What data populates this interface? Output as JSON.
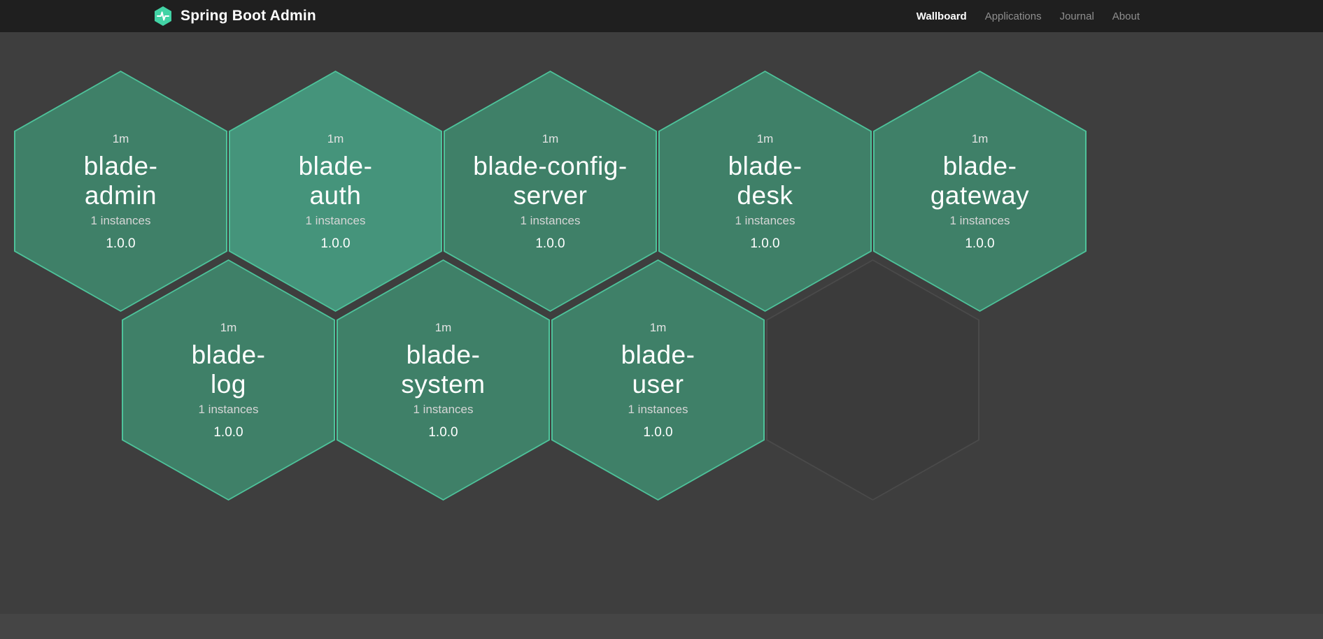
{
  "header": {
    "title": "Spring Boot Admin",
    "logo_icon": "pulse-hexagon-icon",
    "nav": [
      {
        "label": "Wallboard",
        "active": true
      },
      {
        "label": "Applications",
        "active": false
      },
      {
        "label": "Journal",
        "active": false
      },
      {
        "label": "About",
        "active": false
      }
    ]
  },
  "wallboard": {
    "applications": [
      {
        "name": "blade-admin",
        "name_lines": [
          "blade-",
          "admin"
        ],
        "uptime": "1m",
        "instances": "1 instances",
        "version": "1.0.0",
        "bright": false
      },
      {
        "name": "blade-auth",
        "name_lines": [
          "blade-",
          "auth"
        ],
        "uptime": "1m",
        "instances": "1 instances",
        "version": "1.0.0",
        "bright": true
      },
      {
        "name": "blade-config-server",
        "name_lines": [
          "blade-config-",
          "server"
        ],
        "uptime": "1m",
        "instances": "1 instances",
        "version": "1.0.0",
        "bright": false
      },
      {
        "name": "blade-desk",
        "name_lines": [
          "blade-",
          "desk"
        ],
        "uptime": "1m",
        "instances": "1 instances",
        "version": "1.0.0",
        "bright": false
      },
      {
        "name": "blade-gateway",
        "name_lines": [
          "blade-",
          "gateway"
        ],
        "uptime": "1m",
        "instances": "1 instances",
        "version": "1.0.0",
        "bright": false
      },
      {
        "name": "blade-log",
        "name_lines": [
          "blade-",
          "log"
        ],
        "uptime": "1m",
        "instances": "1 instances",
        "version": "1.0.0",
        "bright": false
      },
      {
        "name": "blade-system",
        "name_lines": [
          "blade-",
          "system"
        ],
        "uptime": "1m",
        "instances": "1 instances",
        "version": "1.0.0",
        "bright": false
      },
      {
        "name": "blade-user",
        "name_lines": [
          "blade-",
          "user"
        ],
        "uptime": "1m",
        "instances": "1 instances",
        "version": "1.0.0",
        "bright": false
      }
    ],
    "row_split": 5,
    "empty_placeholder_count": 1
  },
  "colors": {
    "accent": "#42d3a5",
    "hex_fill": "#3f8068",
    "hex_fill_bright": "#45947b",
    "hex_border": "#4ec29a",
    "header_bg": "#1f1f1f",
    "page_bg": "#3e3e3e"
  }
}
